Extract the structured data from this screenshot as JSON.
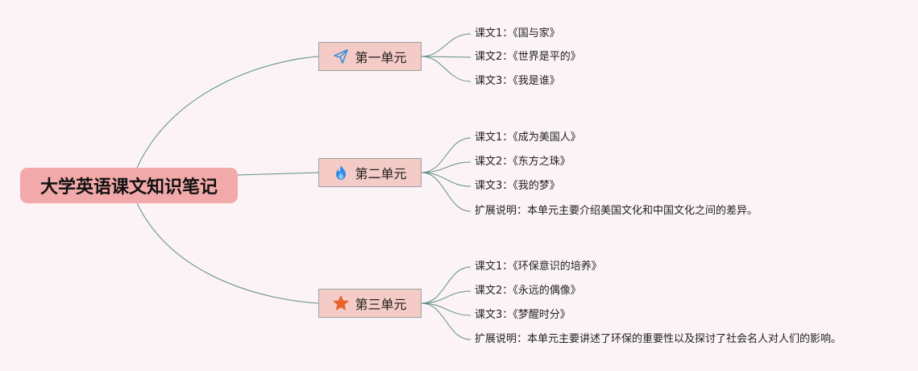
{
  "root": {
    "label": "大学英语课文知识笔记"
  },
  "units": [
    {
      "label": "第一单元",
      "icon": "paper-plane-icon",
      "items": [
        "课文1：《国与家》",
        "课文2：《世界是平的》",
        "课文3：《我是谁》"
      ]
    },
    {
      "label": "第二单元",
      "icon": "flame-icon",
      "items": [
        "课文1：《成为美国人》",
        "课文2：《东方之珠》",
        "课文3：《我的梦》",
        "扩展说明：本单元主要介绍美国文化和中国文化之间的差异。"
      ]
    },
    {
      "label": "第三单元",
      "icon": "star-icon",
      "items": [
        "课文1：《环保意识的培养》",
        "课文2：《永远的偶像》",
        "课文3：《梦醒时分》",
        "扩展说明：本单元主要讲述了环保的重要性以及探讨了社会名人对人们的影响。"
      ]
    }
  ],
  "colors": {
    "background": "#fbf3f5",
    "root_fill": "#f2a9a9",
    "branch_fill": "#f4cbc6",
    "branch_border": "#9aa3a0",
    "connector": "#5f8f86",
    "plane_icon": "#3b8fd9",
    "flame_icon": "#2e8be6",
    "star_icon": "#e8622c"
  }
}
